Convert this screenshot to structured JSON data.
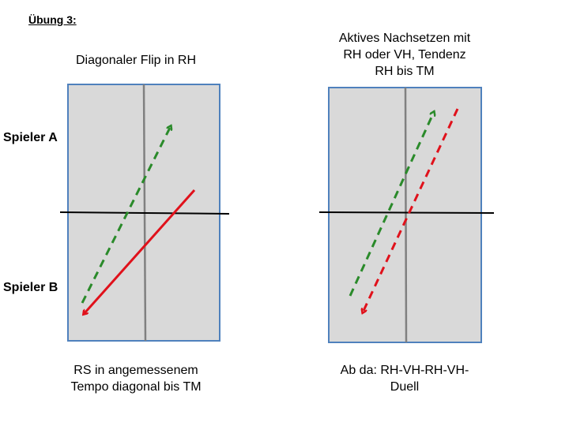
{
  "title": "Übung 3:",
  "players": {
    "a": "Spieler A",
    "b": "Spieler B"
  },
  "left_table": {
    "caption_top": "Diagonaler Flip in RH",
    "caption_bottom": [
      "RS in angemessenem",
      "Tempo diagonal bis TM"
    ]
  },
  "right_table": {
    "caption_top": [
      "Aktives Nachsetzen mit",
      "RH oder VH, Tendenz",
      "RH bis TM"
    ],
    "caption_bottom": [
      "Ab da: RH-VH-RH-VH-",
      "Duell"
    ]
  },
  "colors": {
    "table_fill": "#d9d9d9",
    "table_border": "#4f81bd",
    "green_arrow": "#2a8a2a",
    "red_arrow": "#e0111b",
    "center_line": "#808080",
    "net_line": "#000000"
  }
}
